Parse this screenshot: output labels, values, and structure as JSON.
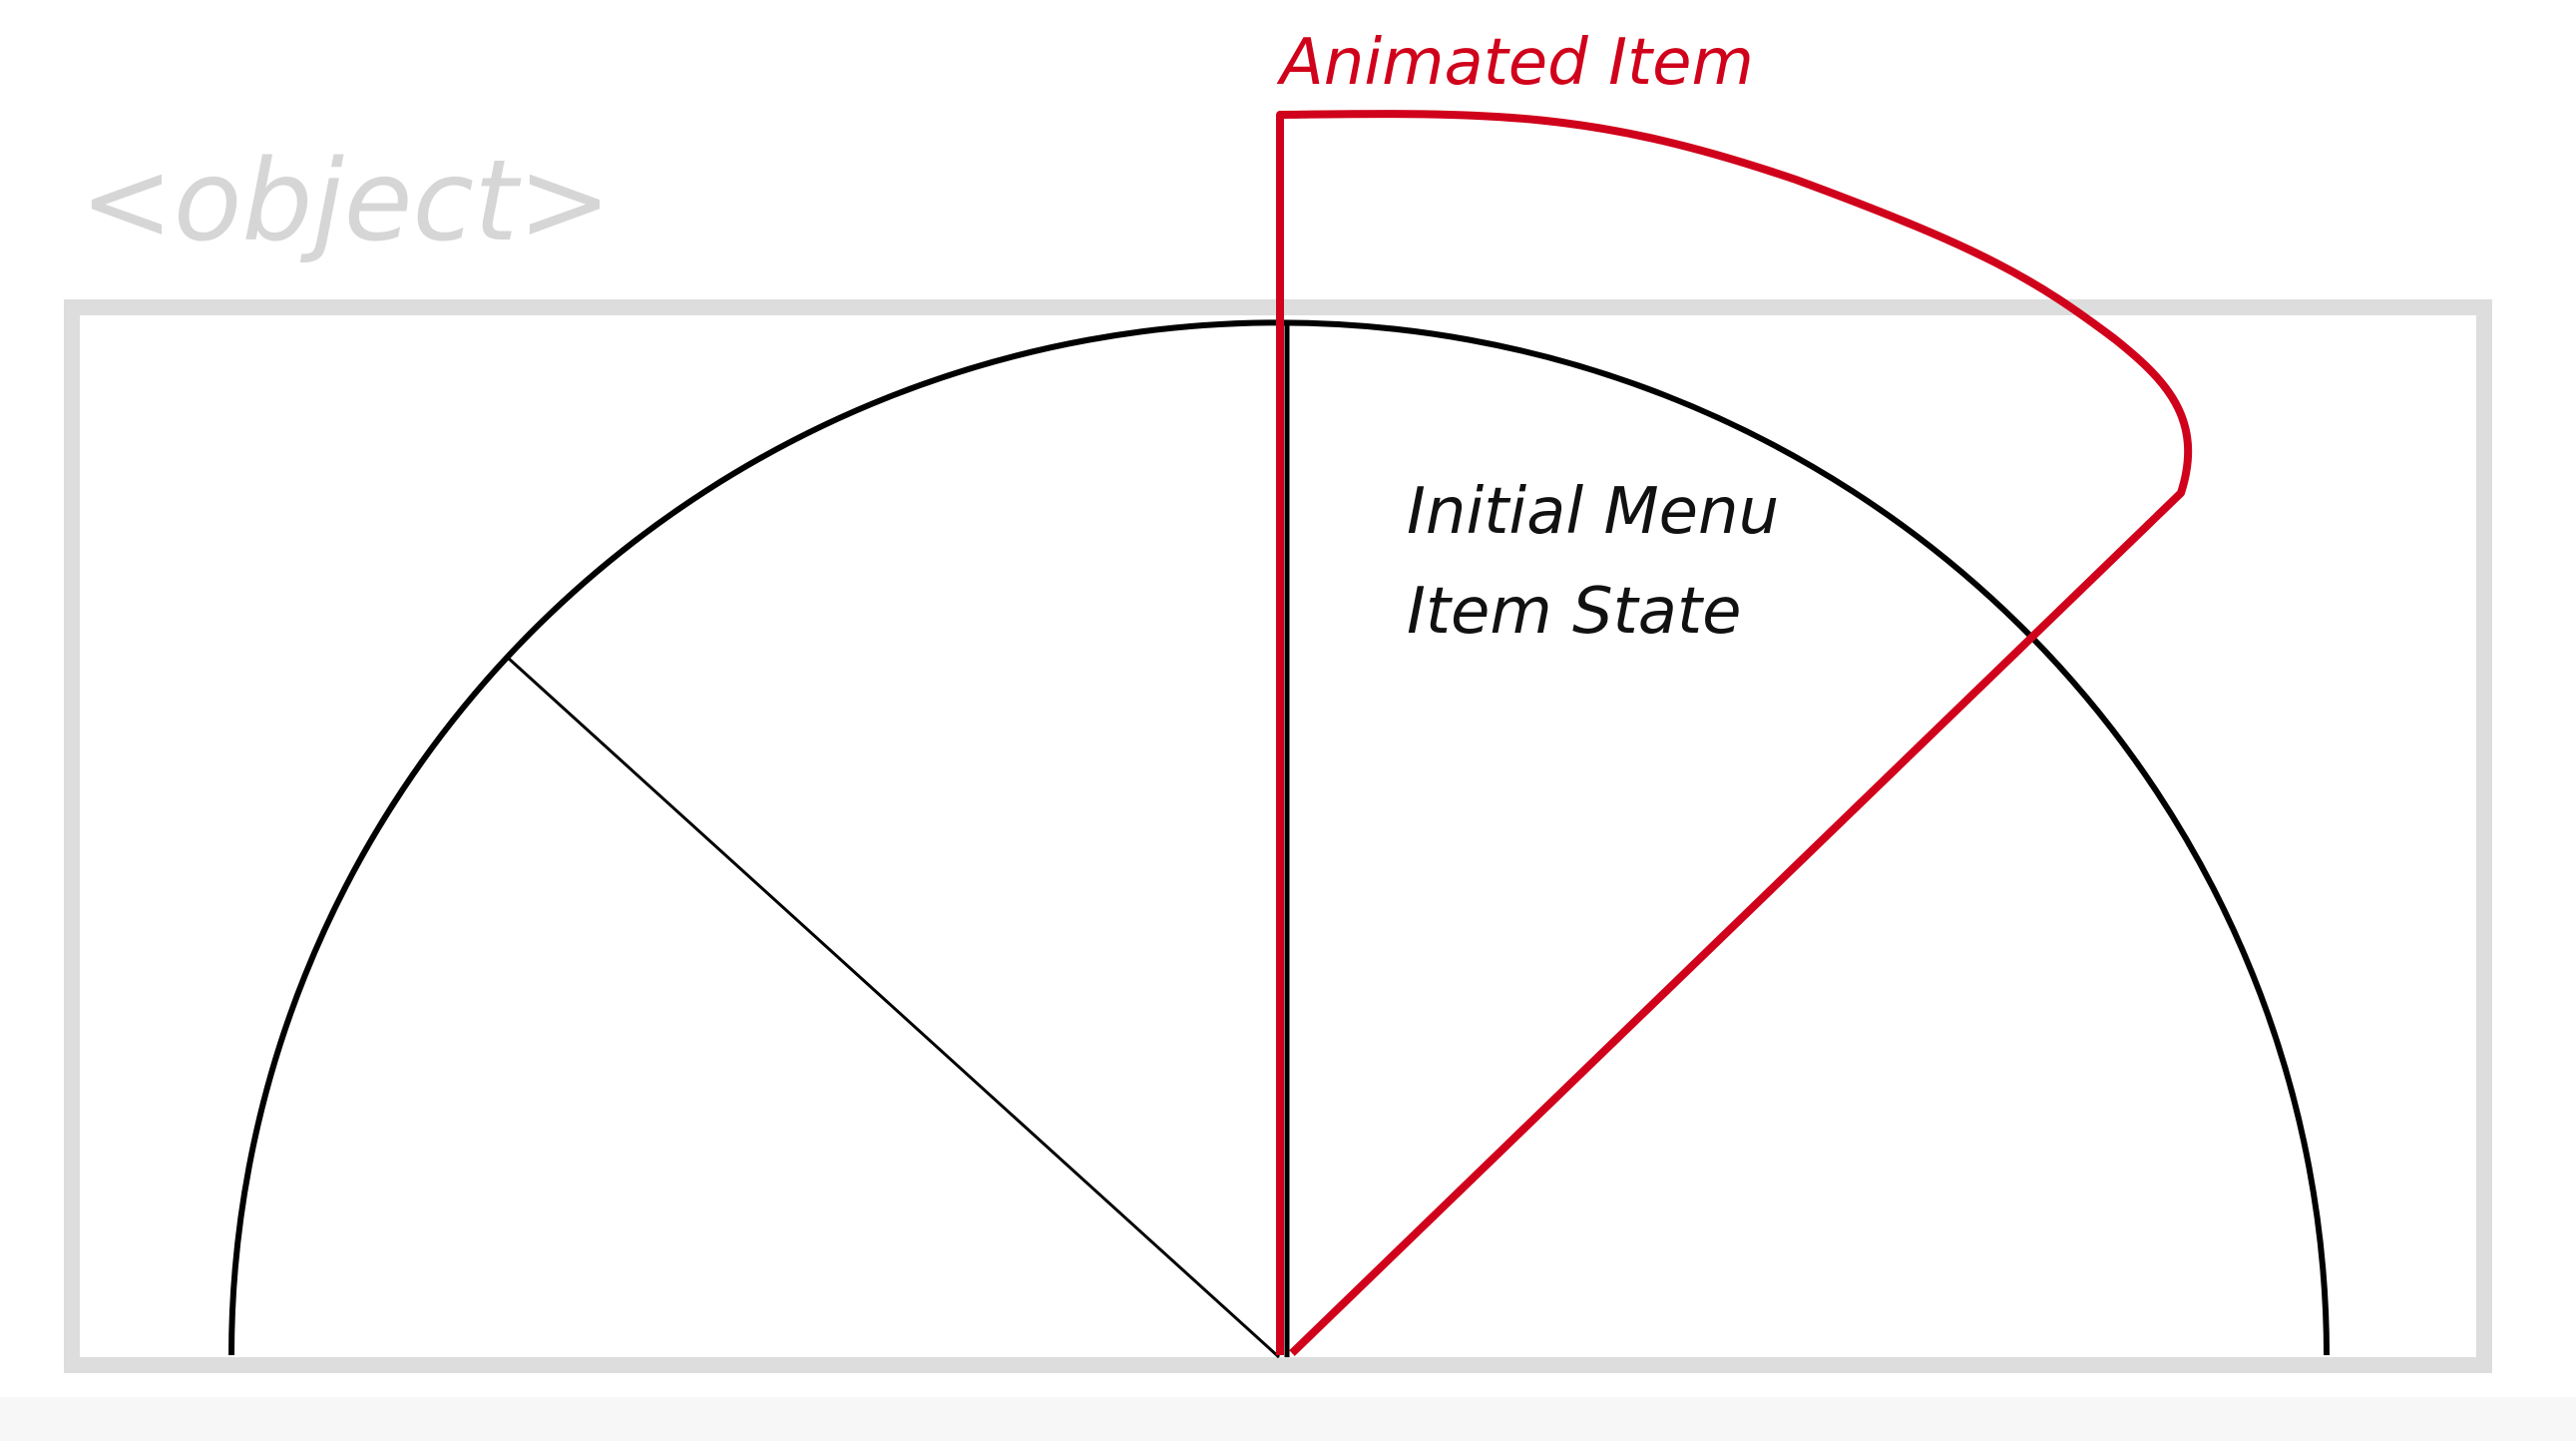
{
  "labels": {
    "object_tag": "<object>",
    "animated_item": "Animated Item",
    "initial_state_line1": "Initial Menu",
    "initial_state_line2": "Item State"
  },
  "colors": {
    "background": "#ffffff",
    "object_frame": "#dddddd",
    "object_tag_text": "#d6d6d6",
    "menu_outline": "#000000",
    "animated_item": "#d0021b",
    "text_dark": "#111111"
  }
}
